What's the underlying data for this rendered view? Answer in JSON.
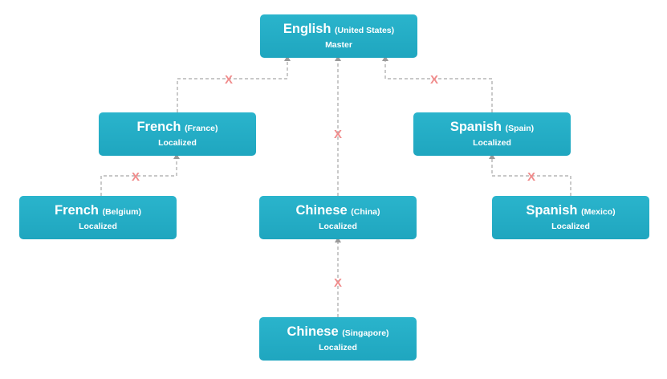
{
  "nodes": {
    "english_us": {
      "language": "English",
      "region": "(United States)",
      "status": "Master"
    },
    "french_fr": {
      "language": "French",
      "region": "(France)",
      "status": "Localized"
    },
    "spanish_es": {
      "language": "Spanish",
      "region": "(Spain)",
      "status": "Localized"
    },
    "french_be": {
      "language": "French",
      "region": "(Belgium)",
      "status": "Localized"
    },
    "chinese_cn": {
      "language": "Chinese",
      "region": "(China)",
      "status": "Localized"
    },
    "spanish_mx": {
      "language": "Spanish",
      "region": "(Mexico)",
      "status": "Localized"
    },
    "chinese_sg": {
      "language": "Chinese",
      "region": "(Singapore)",
      "status": "Localized"
    }
  },
  "link_marker": "X",
  "colors": {
    "node_fill": "#22acc5",
    "connector": "#a7a7a7",
    "marker": "#f08c8c",
    "text": "#ffffff"
  }
}
